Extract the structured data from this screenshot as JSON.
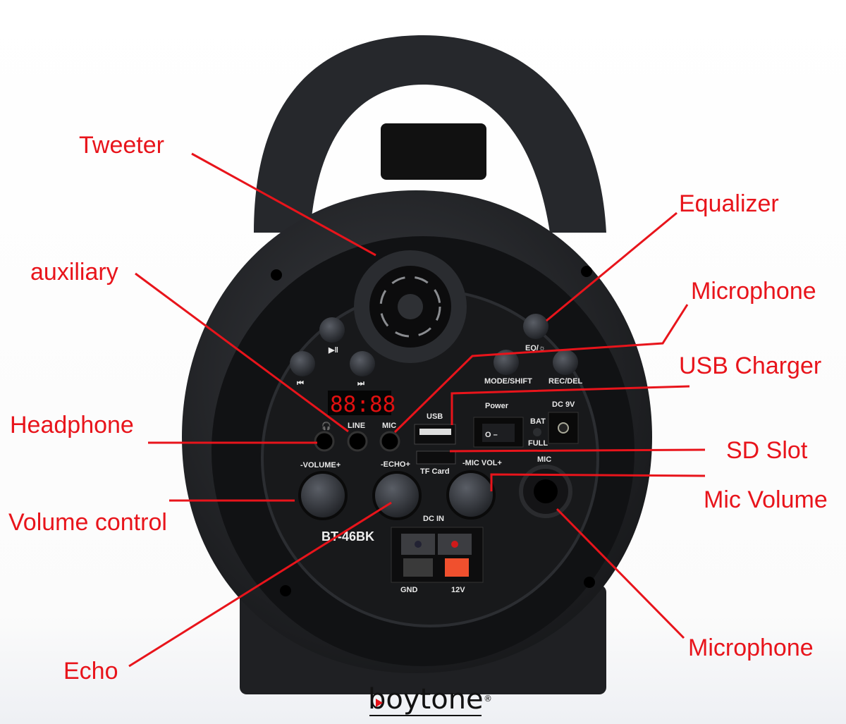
{
  "callouts": {
    "tweeter": "Tweeter",
    "equalizer": "Equalizer",
    "microphone_top": "Microphone",
    "usb_charger": "USB Charger",
    "sd_slot": "SD Slot",
    "mic_volume": "Mic Volume",
    "microphone_bottom": "Microphone",
    "auxiliary": "auxiliary",
    "headphone": "Headphone",
    "volume_control": "Volume control",
    "echo": "Echo"
  },
  "panel": {
    "eq": "EQ/☼",
    "mode_shift": "MODE/SHIFT",
    "rec_del": "REC/DEL",
    "usb": "USB",
    "power": "Power",
    "dc9v": "DC 9V",
    "bat": "BAT",
    "full": "FULL",
    "line": "LINE",
    "mic": "MIC",
    "tf_card": "TF Card",
    "volume": "-VOLUME+",
    "echo": "-ECHO+",
    "mic_vol": "-MIC VOL+",
    "mic_jack": "MIC",
    "dc_in": "DC IN",
    "gnd": "GND",
    "v12": "12V",
    "model": "BT-46BK",
    "display": "88:88",
    "switch": "O –"
  },
  "brand": {
    "name": "boytone",
    "registered": "®"
  },
  "colors": {
    "callout": "#e8141b",
    "body": "#1c1d20",
    "panel": "#18191b"
  }
}
